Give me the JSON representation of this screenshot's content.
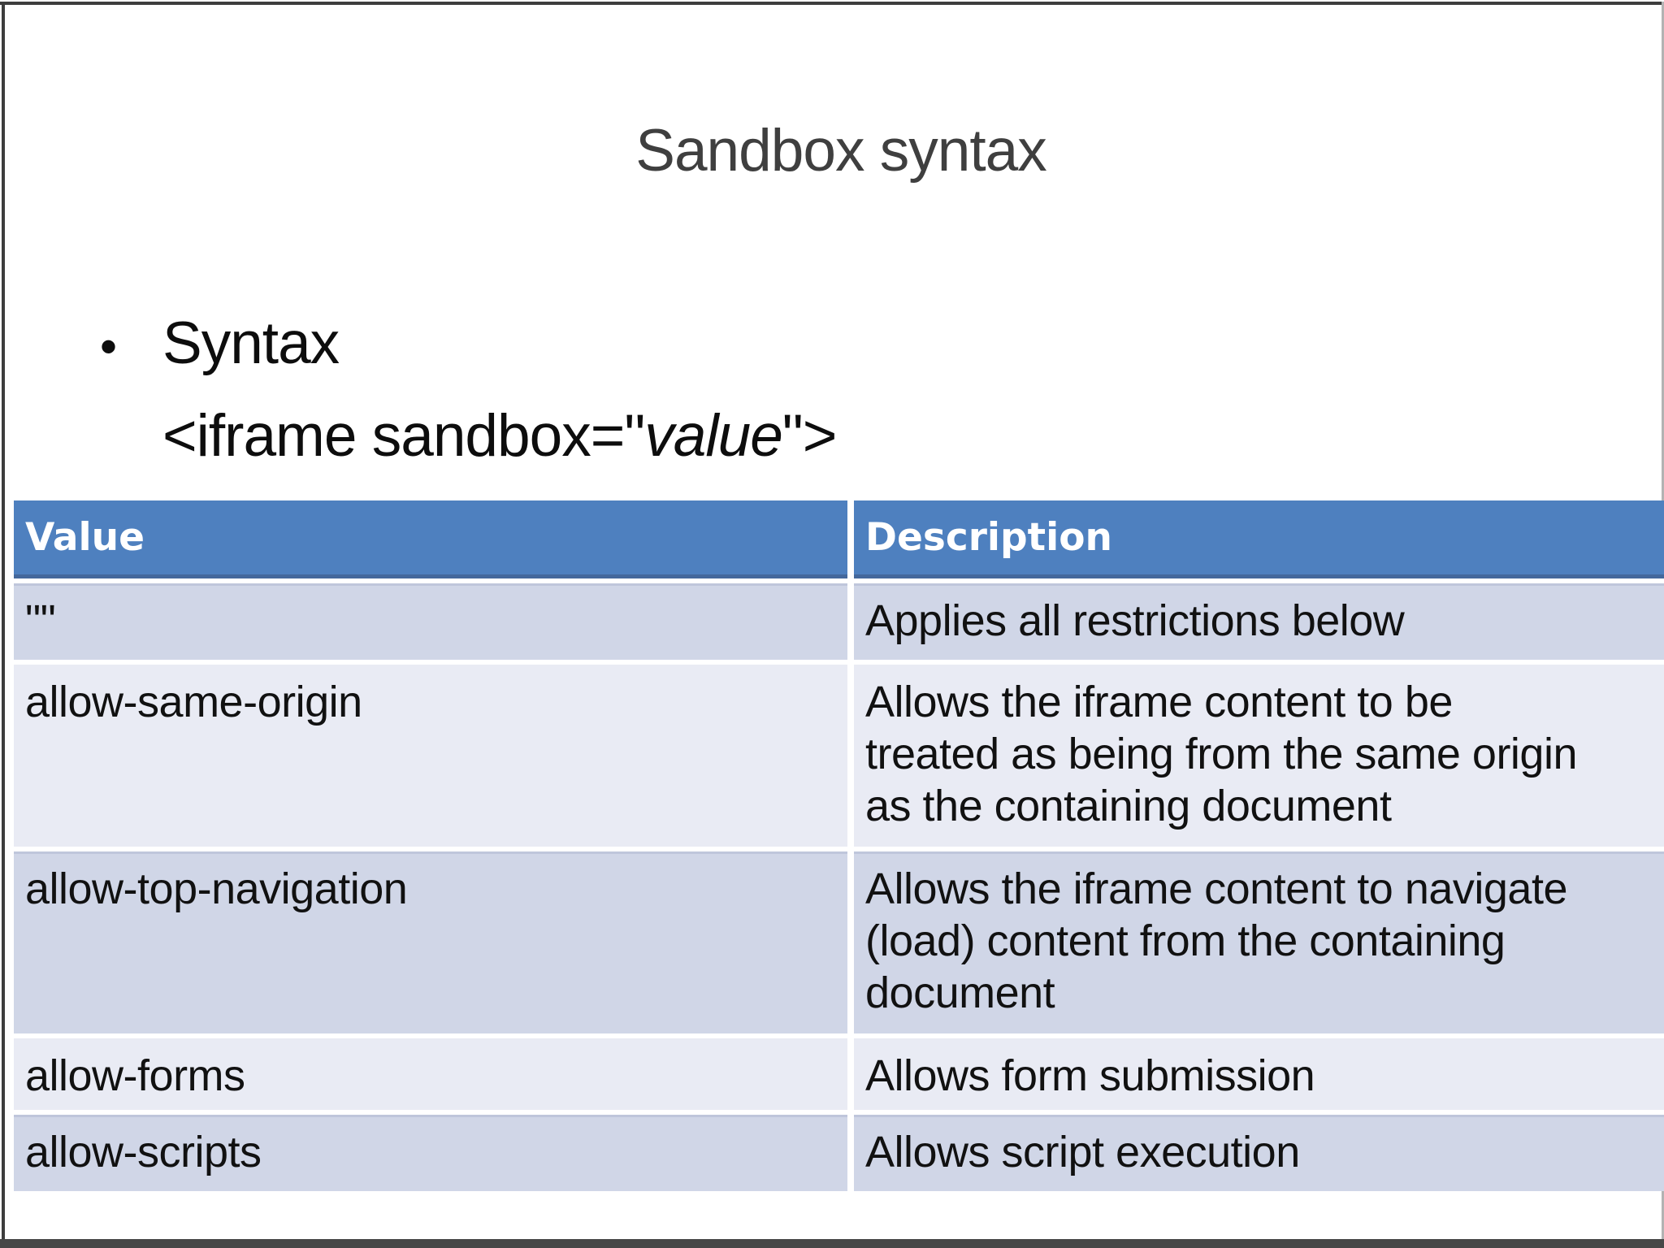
{
  "slide": {
    "title": "Sandbox syntax",
    "bullet": {
      "marker": "•",
      "line1": "Syntax",
      "code_prefix": "<iframe sandbox=\"",
      "code_italic": "value",
      "code_suffix": "\">"
    },
    "table": {
      "columns": {
        "value": "Value",
        "description": "Description"
      },
      "rows": [
        {
          "value": "\"\"",
          "description_lines": [
            "Applies all restrictions below"
          ]
        },
        {
          "value": "allow-same-origin",
          "description_lines": [
            "Allows the iframe content to be",
            "treated as being from the same origin",
            "as the containing document"
          ]
        },
        {
          "value": "allow-top-navigation",
          "description_lines": [
            "Allows the iframe content to navigate",
            "(load) content from the containing",
            "document"
          ]
        },
        {
          "value": "allow-forms",
          "description_lines": [
            "Allows form submission"
          ]
        },
        {
          "value": "allow-scripts",
          "description_lines": [
            "Allows script execution"
          ]
        }
      ]
    },
    "colors": {
      "header_bg": "#4e80bf",
      "header_text": "#ffffff",
      "row_dark": "#d0d6e7",
      "row_light": "#e9ebf4",
      "title_text": "#3f3f3f",
      "body_text": "#0d0d0d",
      "frame_border": "#3d3d3d",
      "bottom_bar": "#474747"
    }
  }
}
